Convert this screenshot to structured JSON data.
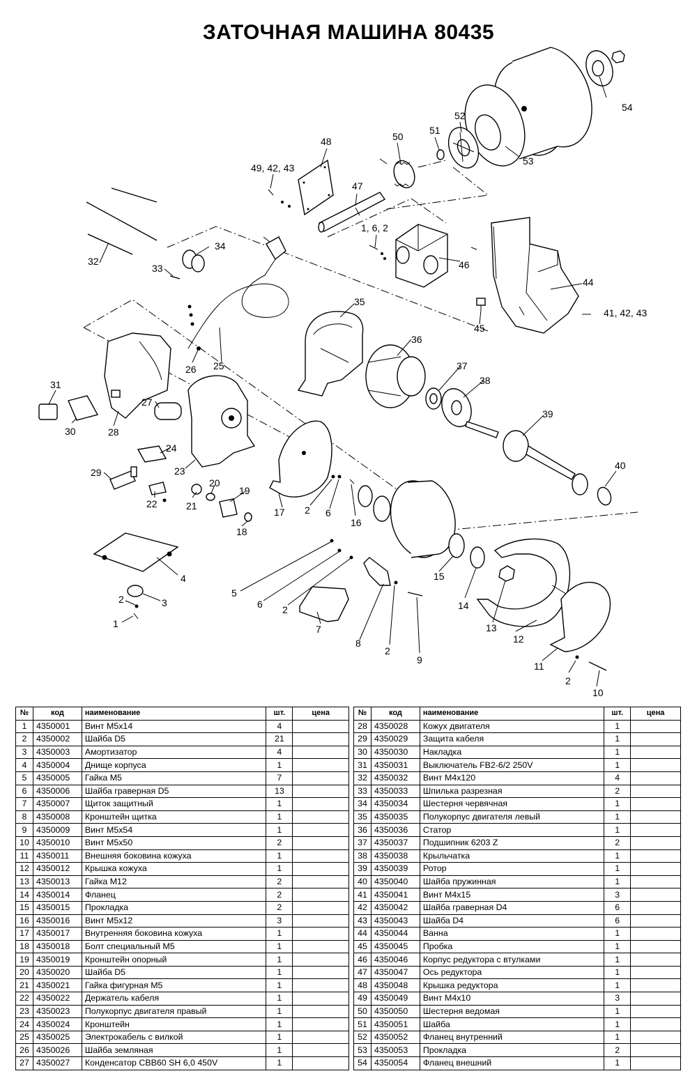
{
  "title": "ЗАТОЧНАЯ МАШИНА 80435",
  "callouts": [
    "1",
    "2",
    "3",
    "4",
    "5",
    "6",
    "2",
    "7",
    "8",
    "2",
    "9",
    "10",
    "2",
    "11",
    "12",
    "13",
    "14",
    "15",
    "16",
    "6",
    "2",
    "17",
    "18",
    "19",
    "20",
    "21",
    "22",
    "23",
    "24",
    "25",
    "26",
    "27",
    "28",
    "29",
    "30",
    "31",
    "32",
    "33",
    "34",
    "35",
    "36",
    "37",
    "38",
    "39",
    "40",
    "41, 42, 43",
    "44",
    "45",
    "46",
    "1, 6, 2",
    "47",
    "48",
    "49, 42, 43",
    "50",
    "51",
    "52",
    "53",
    "54"
  ],
  "table": {
    "headers": [
      "№",
      "код",
      "наименование",
      "шт.",
      "цена"
    ],
    "left": [
      [
        "1",
        "4350001",
        "Винт М5х14",
        "4",
        ""
      ],
      [
        "2",
        "4350002",
        "Шайба D5",
        "21",
        ""
      ],
      [
        "3",
        "4350003",
        "Амортизатор",
        "4",
        ""
      ],
      [
        "4",
        "4350004",
        "Днище корпуса",
        "1",
        ""
      ],
      [
        "5",
        "4350005",
        "Гайка М5",
        "7",
        ""
      ],
      [
        "6",
        "4350006",
        "Шайба граверная D5",
        "13",
        ""
      ],
      [
        "7",
        "4350007",
        "Щиток защитный",
        "1",
        ""
      ],
      [
        "8",
        "4350008",
        "Кронштейн щитка",
        "1",
        ""
      ],
      [
        "9",
        "4350009",
        "Винт М5х54",
        "1",
        ""
      ],
      [
        "10",
        "4350010",
        "Винт М5х50",
        "2",
        ""
      ],
      [
        "11",
        "4350011",
        "Внешняя боковина кожуха",
        "1",
        ""
      ],
      [
        "12",
        "4350012",
        "Крышка кожуха",
        "1",
        ""
      ],
      [
        "13",
        "4350013",
        "Гайка М12",
        "2",
        ""
      ],
      [
        "14",
        "4350014",
        "Фланец",
        "2",
        ""
      ],
      [
        "15",
        "4350015",
        "Прокладка",
        "2",
        ""
      ],
      [
        "16",
        "4350016",
        "Винт М5х12",
        "3",
        ""
      ],
      [
        "17",
        "4350017",
        "Внутренняя боковина кожуха",
        "1",
        ""
      ],
      [
        "18",
        "4350018",
        "Болт специальный М5",
        "1",
        ""
      ],
      [
        "19",
        "4350019",
        "Кронштейн опорный",
        "1",
        ""
      ],
      [
        "20",
        "4350020",
        "Шайба D5",
        "1",
        ""
      ],
      [
        "21",
        "4350021",
        "Гайка фигурная М5",
        "1",
        ""
      ],
      [
        "22",
        "4350022",
        "Держатель кабеля",
        "1",
        ""
      ],
      [
        "23",
        "4350023",
        "Полукорпус двигателя правый",
        "1",
        ""
      ],
      [
        "24",
        "4350024",
        "Кронштейн",
        "1",
        ""
      ],
      [
        "25",
        "4350025",
        "Электрокабель с вилкой",
        "1",
        ""
      ],
      [
        "26",
        "4350026",
        "Шайба земляная",
        "1",
        ""
      ],
      [
        "27",
        "4350027",
        "Конденсатор CBB60 SH 6,0 450V",
        "1",
        ""
      ]
    ],
    "right": [
      [
        "28",
        "4350028",
        "Кожух двигателя",
        "1",
        ""
      ],
      [
        "29",
        "4350029",
        "Защита кабеля",
        "1",
        ""
      ],
      [
        "30",
        "4350030",
        "Накладка",
        "1",
        ""
      ],
      [
        "31",
        "4350031",
        "Выключатель FB2-6/2 250V",
        "1",
        ""
      ],
      [
        "32",
        "4350032",
        "Винт М4х120",
        "4",
        ""
      ],
      [
        "33",
        "4350033",
        "Шпилька разрезная",
        "2",
        ""
      ],
      [
        "34",
        "4350034",
        "Шестерня червячная",
        "1",
        ""
      ],
      [
        "35",
        "4350035",
        "Полукорпус двигателя левый",
        "1",
        ""
      ],
      [
        "36",
        "4350036",
        "Статор",
        "1",
        ""
      ],
      [
        "37",
        "4350037",
        "Подшипник 6203 Z",
        "2",
        ""
      ],
      [
        "38",
        "4350038",
        "Крыльчатка",
        "1",
        ""
      ],
      [
        "39",
        "4350039",
        "Ротор",
        "1",
        ""
      ],
      [
        "40",
        "4350040",
        "Шайба пружинная",
        "1",
        ""
      ],
      [
        "41",
        "4350041",
        "Винт М4х15",
        "3",
        ""
      ],
      [
        "42",
        "4350042",
        "Шайба граверная D4",
        "6",
        ""
      ],
      [
        "43",
        "4350043",
        "Шайба D4",
        "6",
        ""
      ],
      [
        "44",
        "4350044",
        "Ванна",
        "1",
        ""
      ],
      [
        "45",
        "4350045",
        "Пробка",
        "1",
        ""
      ],
      [
        "46",
        "4350046",
        "Корпус редуктора с втулками",
        "1",
        ""
      ],
      [
        "47",
        "4350047",
        "Ось редуктора",
        "1",
        ""
      ],
      [
        "48",
        "4350048",
        "Крышка редуктора",
        "1",
        ""
      ],
      [
        "49",
        "4350049",
        "Винт М4х10",
        "3",
        ""
      ],
      [
        "50",
        "4350050",
        "Шестерня ведомая",
        "1",
        ""
      ],
      [
        "51",
        "4350051",
        "Шайба",
        "1",
        ""
      ],
      [
        "52",
        "4350052",
        "Фланец внутренний",
        "1",
        ""
      ],
      [
        "53",
        "4350053",
        "Прокладка",
        "2",
        ""
      ],
      [
        "54",
        "4350054",
        "Фланец внешний",
        "1",
        ""
      ]
    ]
  }
}
